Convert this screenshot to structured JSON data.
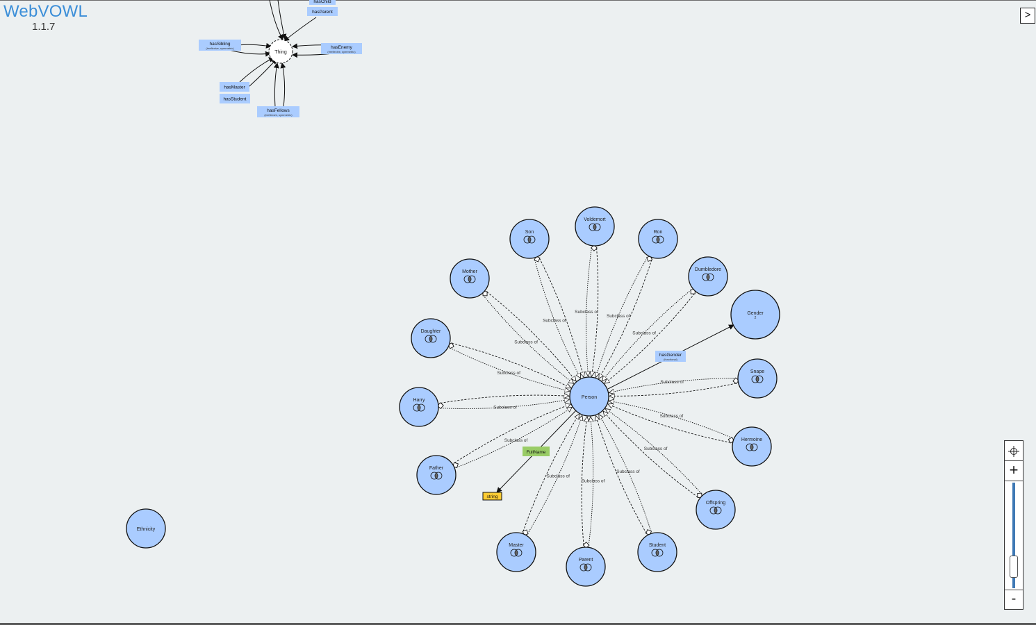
{
  "app": {
    "title": "WebVOWL",
    "version": "1.1.7"
  },
  "sidebar_toggle": {
    "label": ">"
  },
  "zoom": {
    "in_label": "+",
    "out_label": "-",
    "center_icon": "crosshair-icon",
    "level": 0.35
  },
  "thing_cluster": {
    "center": "Thing",
    "properties": [
      {
        "name": "hasChild",
        "sub": ""
      },
      {
        "name": "hasParent",
        "sub": ""
      },
      {
        "name": "hasSibling",
        "sub": "(irreflexive, symmetric)"
      },
      {
        "name": "hasEnemy",
        "sub": "(irreflexive, symmetric)"
      },
      {
        "name": "hasMaster",
        "sub": ""
      },
      {
        "name": "hasStudent",
        "sub": ""
      },
      {
        "name": "hasFellows",
        "sub": "(irreflexive, symmetric)"
      }
    ]
  },
  "person_cluster": {
    "center": "Person",
    "subclass_label": "Subclass of",
    "classes": [
      "Voldemort",
      "Ron",
      "Dumbledore",
      "Snape",
      "Hermoine",
      "Offspring",
      "Student",
      "Parent",
      "Master",
      "Father",
      "Harry",
      "Daughter",
      "Mother",
      "Son"
    ],
    "gender": {
      "name": "Gender",
      "count": "2"
    },
    "has_gender": {
      "name": "hasGender",
      "sub": "(functional)"
    },
    "full_name": "FullName",
    "datatype": "string"
  },
  "isolated_class": "Ethnicity",
  "colors": {
    "class": "#aaccff",
    "datatype": "#ffcc33",
    "datatype_property": "#99cc66",
    "accent": "#3b8ed8"
  }
}
